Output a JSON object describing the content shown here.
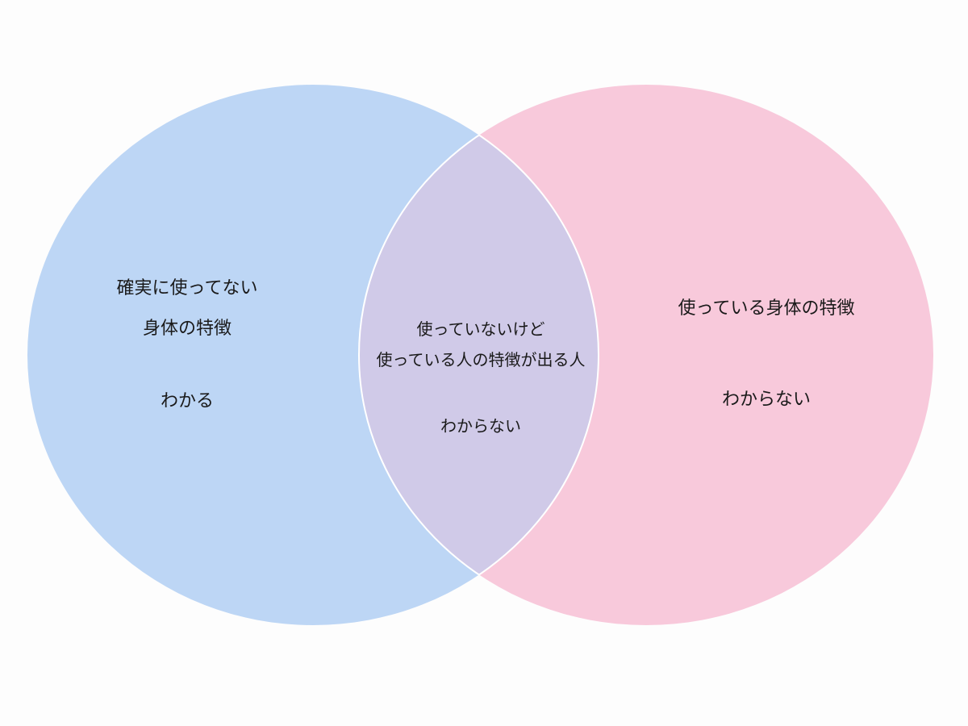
{
  "diagram": {
    "type": "venn",
    "background": "#FDFDFD",
    "sets": [
      {
        "id": "left",
        "color": "#BDD6F5",
        "title_lines": [
          "確実に使ってない",
          "身体の特徴"
        ],
        "status": "わかる"
      },
      {
        "id": "right",
        "color": "#F8C9DB",
        "title_lines": [
          "使っている身体の特徴"
        ],
        "status": "わからない"
      }
    ],
    "intersection": {
      "color": "#D0CAE8",
      "border_color": "#FFFFFF",
      "title_lines": [
        "使っていないけど",
        "使っている人の特徴が出る人"
      ],
      "status": "わからない"
    }
  }
}
